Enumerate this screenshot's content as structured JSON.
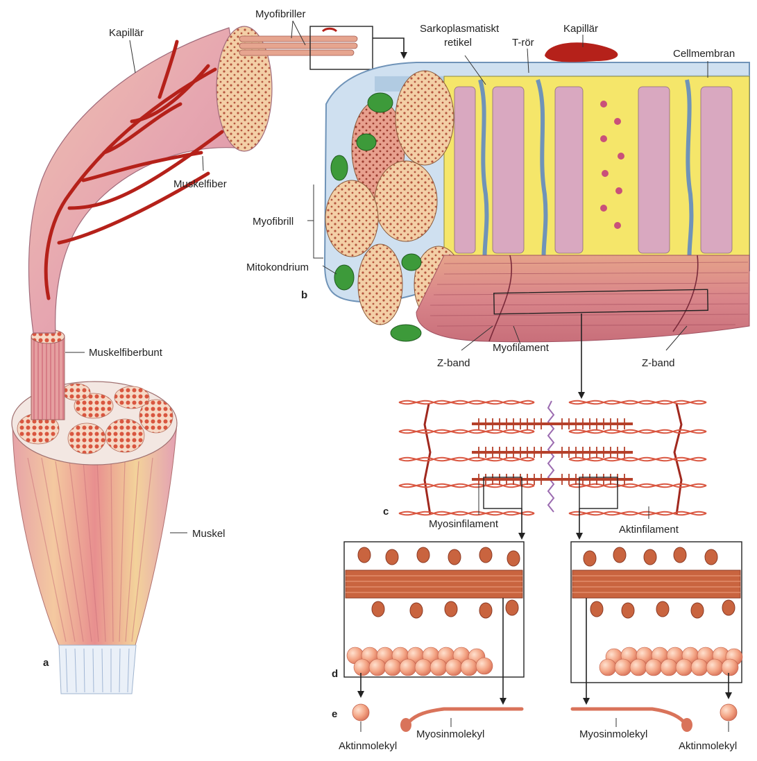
{
  "labels": {
    "myofibriller": "Myofibriller",
    "kapillar_left": "Kapillär",
    "muskelfiber": "Muskelfiber",
    "sarkoplasmatiskt": "Sarkoplasmatiskt",
    "retikel": "retikel",
    "t_ror": "T-rör",
    "kapillar_right": "Kapillär",
    "cellmembran": "Cellmembran",
    "myofibrill": "Myofibrill",
    "mitokondrium": "Mitokondrium",
    "muskelfiberbunt": "Muskelfiberbunt",
    "muskel": "Muskel",
    "myofilament": "Myofilament",
    "z_band_left": "Z-band",
    "z_band_right": "Z-band",
    "myosinfilament": "Myosinfilament",
    "aktinfilament": "Aktinfilament",
    "aktinmolekyl_left": "Aktinmolekyl",
    "myosinmolekyl_left": "Myosinmolekyl",
    "myosinmolekyl_right": "Myosinmolekyl",
    "aktinmolekyl_right": "Aktinmolekyl"
  },
  "panels": {
    "a": "a",
    "b": "b",
    "c": "c",
    "d": "d",
    "e": "e"
  }
}
